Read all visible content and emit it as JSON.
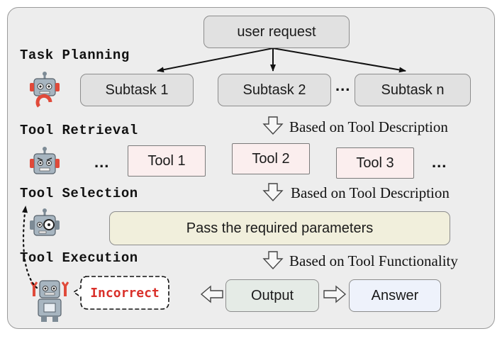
{
  "request": "user request",
  "stages": {
    "planning": "Task Planning",
    "retrieval": "Tool Retrieval",
    "selection": "Tool Selection",
    "execution": "Tool Execution"
  },
  "subtasks": [
    "Subtask 1",
    "Subtask 2",
    "Subtask n"
  ],
  "tools": [
    "Tool 1",
    "Tool 2",
    "Tool 3"
  ],
  "ellipsis": "...",
  "notes": {
    "retrieval": "Based on Tool Description",
    "selection": "Based on Tool Description",
    "execution": "Based on Tool Functionality"
  },
  "parameters": "Pass the required parameters",
  "output": "Output",
  "answer": "Answer",
  "error_tag": "Incorrect",
  "colors": {
    "panel": "#ededed",
    "box_gray": "#e1e1e1",
    "tool_fill": "#fbeeee",
    "param_fill": "#f1efdc",
    "output_fill": "#e5ebe6",
    "answer_fill": "#eef2fb",
    "incorrect_red": "#d9302a"
  }
}
